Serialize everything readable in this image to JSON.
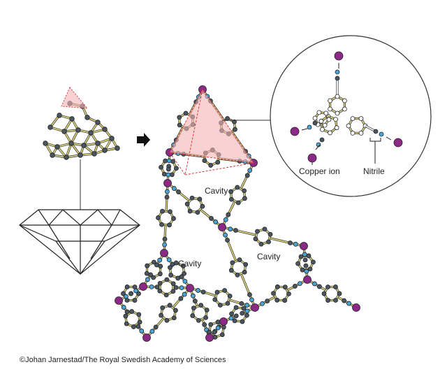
{
  "labels": {
    "cavity_top": "Cavity",
    "cavity_left": "Cavity",
    "cavity_right": "Cavity",
    "copper_ion": "Copper ion",
    "nitrile": "Nitrile"
  },
  "credit": "©Johan Jarnestad/The Royal Swedish Academy of Sciences",
  "colors": {
    "carbon": "#4b5660",
    "bond": "#d9d27a",
    "nitrogen": "#4aa6d6",
    "copper": "#8a2a86",
    "tetrahedron": "#f3b4b4",
    "tetra_edge": "#d23a3a"
  }
}
